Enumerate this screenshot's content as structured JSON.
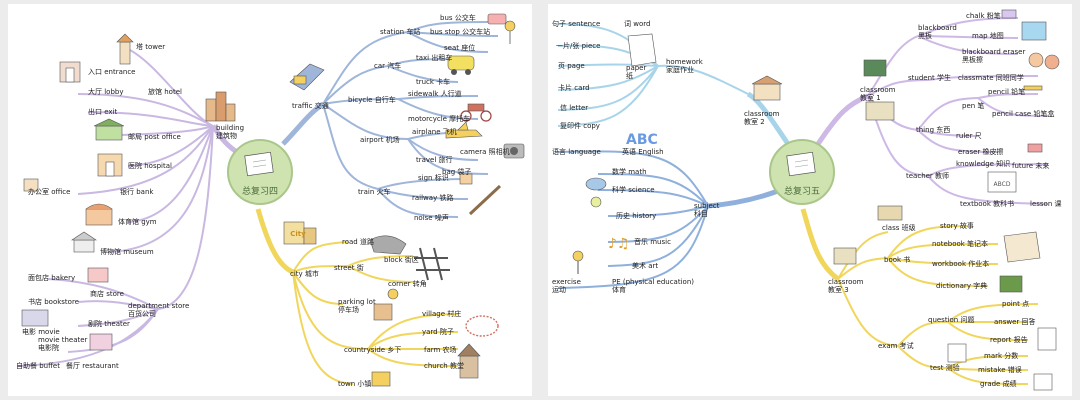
{
  "left": {
    "center": "总复习四",
    "building": "building\n建筑物",
    "tower": "塔 tower",
    "entrance": "入口 entrance",
    "lobby": "大厅 lobby",
    "hotel": "旅馆 hotel",
    "exit": "出口 exit",
    "post_office": "邮局 post office",
    "hospital": "医院 hospital",
    "office": "办公室 office",
    "bank": "银行 bank",
    "gym": "体育馆 gym",
    "museum": "博物馆 museum",
    "bakery": "面包店 bakery",
    "store": "商店 store",
    "bookstore": "书店 bookstore",
    "department_store": "department store\n百货公司",
    "movie": "电影 movie",
    "theater": "剧院 theater",
    "movie_theater": "movie theater\n电影院",
    "buffet": "自助餐 buffet",
    "restaurant": "餐厅 restaurant",
    "traffic": "traffic 交通",
    "station": "station 车站",
    "bus": "bus 公交车",
    "bus_stop": "bus stop 公交车站",
    "seat": "seat 座位",
    "car": "car 汽车",
    "taxi": "taxi 出租车",
    "truck": "truck 卡车",
    "bicycle": "bicycle 自行车",
    "sidewalk": "sidewalk 人行道",
    "motorcycle": "motorcycle 摩托车",
    "airport": "airport 机场",
    "airplane": "airplane 飞机",
    "camera": "camera 照相机",
    "travel": "travel 旅行",
    "bag": "bag 袋子",
    "sign": "sign 标识",
    "train": "train 火车",
    "railway": "railway 铁路",
    "noise": "noise 噪声",
    "city": "city 城市",
    "road": "road 道路",
    "street": "street 街",
    "block": "block 街区",
    "corner": "corner 转角",
    "parking_lot": "parking lot\n停车场",
    "village": "village 村庄",
    "yard": "yard 院子",
    "countryside": "countryside 乡下",
    "farm": "farm 农场",
    "church": "church 教堂",
    "town": "town 小镇",
    "city_sign": "City"
  },
  "right": {
    "center": "总复习五",
    "sentence": "句子 sentence",
    "word": "词 word",
    "piece": "一片/张 piece",
    "page": "页 page",
    "paper": "paper\n纸",
    "card": "卡片 card",
    "letter": "信 letter",
    "copy": "复印件 copy",
    "homework": "homework\n家庭作业",
    "classroom2": "classroom\n教室 2",
    "abc": "ABC",
    "language": "语言 language",
    "english": "英语 English",
    "math": "数学 math",
    "science": "科学 science",
    "history": "历史 history",
    "music": "音乐 music",
    "art": "美术 art",
    "subject": "subject\n科目",
    "exercise": "exercise\n运动",
    "pe": "PE (physical education)\n体育",
    "chalk": "chalk 粉笔",
    "map": "map 地图",
    "blackboard_eraser": "blackboard eraser\n黑板擦",
    "blackboard": "blackboard\n黑板",
    "classroom1": "classroom\n教室 1",
    "student": "student 学生",
    "classmate": "classmate 同班同学",
    "pencil": "pencil 铅笔",
    "pen": "pen 笔",
    "pencil_case": "pencil case 铅笔盒",
    "thing": "thing 东西",
    "ruler": "ruler 尺",
    "eraser": "eraser 橡皮擦",
    "knowledge": "knowledge 知识",
    "future": "future 未来",
    "teacher": "teacher 教师",
    "textbook": "textbook 教科书",
    "lesson": "lesson 课",
    "abcd": "ABCD",
    "class": "class 班级",
    "story": "story 故事",
    "notebook": "notebook 笔记本",
    "book": "book 书",
    "workbook": "workbook 作业本",
    "dictionary": "dictionary 字典",
    "classroom3": "classroom\n教室 3",
    "point": "point 点",
    "question": "question 问题",
    "answer": "answer 回答",
    "report": "report 报告",
    "exam": "exam 考试",
    "mark": "mark 分数",
    "test": "test 测验",
    "mistake": "mistake 错误",
    "grade": "grade 成绩"
  }
}
